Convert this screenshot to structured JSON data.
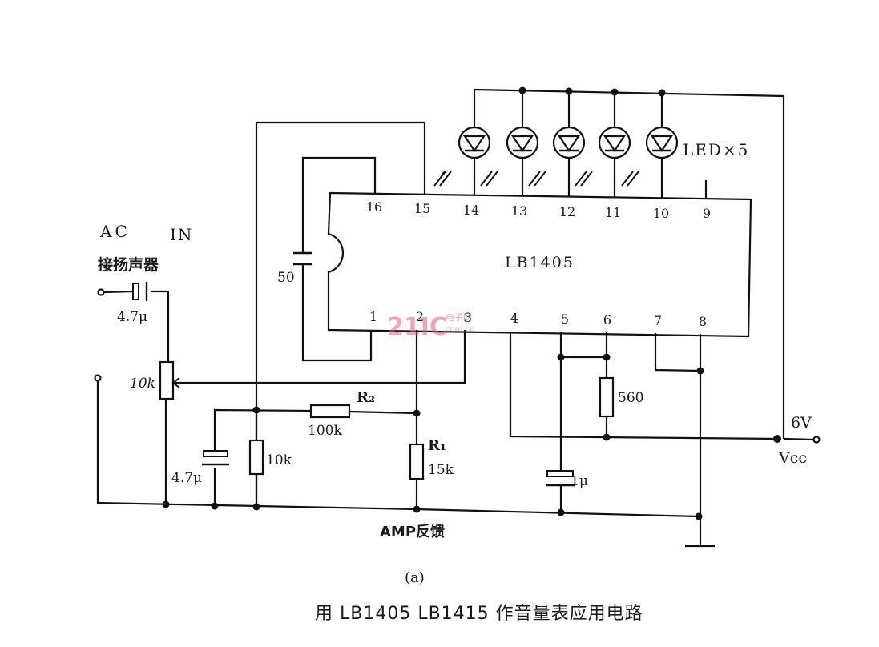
{
  "chip": {
    "name": "LB1405",
    "pins_top": [
      "16",
      "15",
      "14",
      "13",
      "12",
      "11",
      "10",
      "9"
    ],
    "pins_bottom": [
      "1",
      "2",
      "3",
      "4",
      "5",
      "6",
      "7",
      "8"
    ]
  },
  "input": {
    "ac_label": "AC",
    "in_label": "IN",
    "speaker_label": "接扬声器",
    "coupling_cap": "4.7μ",
    "pot": "10k"
  },
  "components": {
    "cap_pin16": "50",
    "r2_name": "R₂",
    "r2_value": "100k",
    "r1_name": "R₁",
    "r1_value": "15k",
    "cap_left": "4.7μ",
    "res_left": "10k",
    "res_pin6": "560",
    "cap_pin5": "1μ"
  },
  "leds": {
    "label": "LED×5"
  },
  "supply": {
    "voltage": "6V",
    "vcc": "Vcc"
  },
  "feedback_label": "AMP反馈",
  "watermark": {
    "brand": "21IC",
    "sub_top": "电子网",
    "sub_bottom": "com.cn"
  },
  "caption": {
    "sub": "(a)",
    "title": "用 LB1405 LB1415 作音量表应用电路"
  }
}
